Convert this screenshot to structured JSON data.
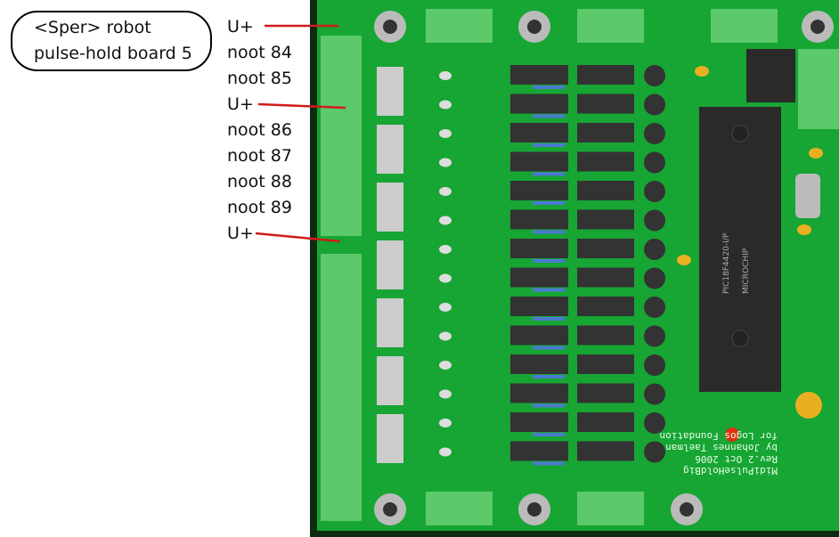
{
  "title": {
    "line1": "<Sper> robot",
    "line2": "pulse-hold board 5"
  },
  "labels": [
    "U+",
    "noot 84",
    "noot 85",
    "U+",
    "noot 86",
    "noot 87",
    "noot 88",
    "noot 89",
    "U+"
  ],
  "board_silkscreen": [
    "MidiPulseHoldBig",
    "Rev.2 Oct 2006",
    "by Johannes Taelman",
    "for Logos Foundation"
  ],
  "chip_marking": [
    "MICROCHIP",
    "PIC18F4420-I/P"
  ],
  "colors": {
    "board": "#17a534",
    "connector": "#5cc96a",
    "leader_line": "#d01c1c"
  }
}
